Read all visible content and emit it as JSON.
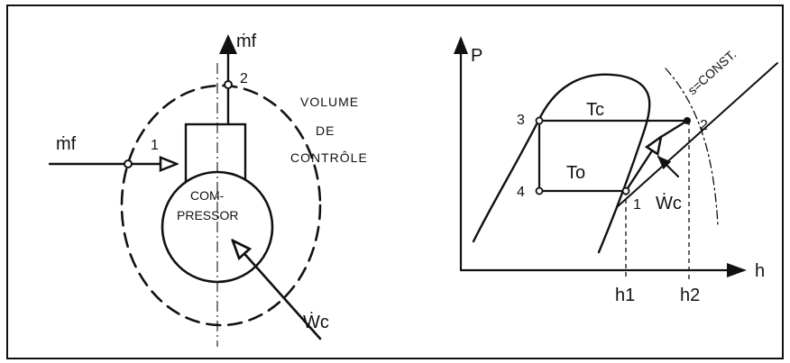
{
  "compressor_diagram": {
    "mass_flow_out": "ṁf",
    "mass_flow_in": "ṁf",
    "state_in": "1",
    "state_out": "2",
    "control_volume_line1": "VOLUME",
    "control_volume_line2": "DE",
    "control_volume_line3": "CONTRÔLE",
    "compressor_line1": "COM-",
    "compressor_line2": "PRESSOR",
    "work_label": "Ẇc"
  },
  "ph_diagram": {
    "y_axis": "P",
    "x_axis": "h",
    "condensing_temp": "Tc",
    "evaporating_temp": "To",
    "isentrope": "s=CONST.",
    "work_label": "Ẇc",
    "state_points": [
      "1",
      "2",
      "3",
      "4"
    ],
    "enthalpy_ticks": [
      "h1",
      "h2"
    ]
  }
}
